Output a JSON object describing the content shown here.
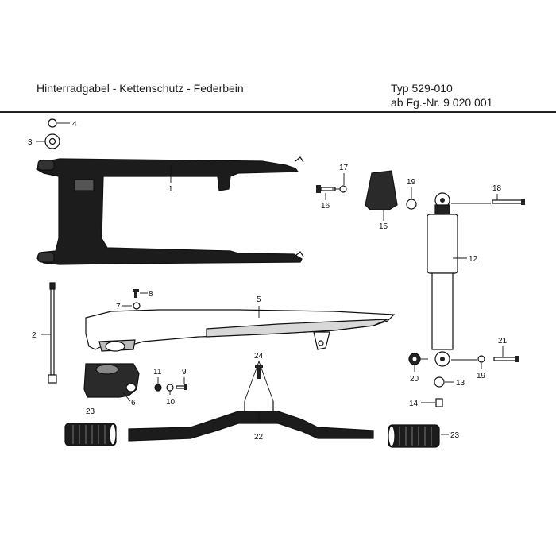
{
  "header": {
    "title": "Hinterradgabel - Kettenschutz - Federbein",
    "type": "Typ 529-010",
    "from_frame": "ab Fg.-Nr. 9 020 001"
  },
  "callouts": {
    "c1": "1",
    "c2": "2",
    "c3": "3",
    "c4": "4",
    "c5": "5",
    "c6": "6",
    "c7": "7",
    "c8": "8",
    "c9": "9",
    "c10": "10",
    "c11": "11",
    "c12": "12",
    "c13": "13",
    "c14": "14",
    "c15": "15",
    "c16": "16",
    "c17": "17",
    "c18": "18",
    "c19a": "19",
    "c19b": "19",
    "c20": "20",
    "c21": "21",
    "c22": "22",
    "c23a": "23",
    "c23b": "23",
    "c24": "24"
  }
}
